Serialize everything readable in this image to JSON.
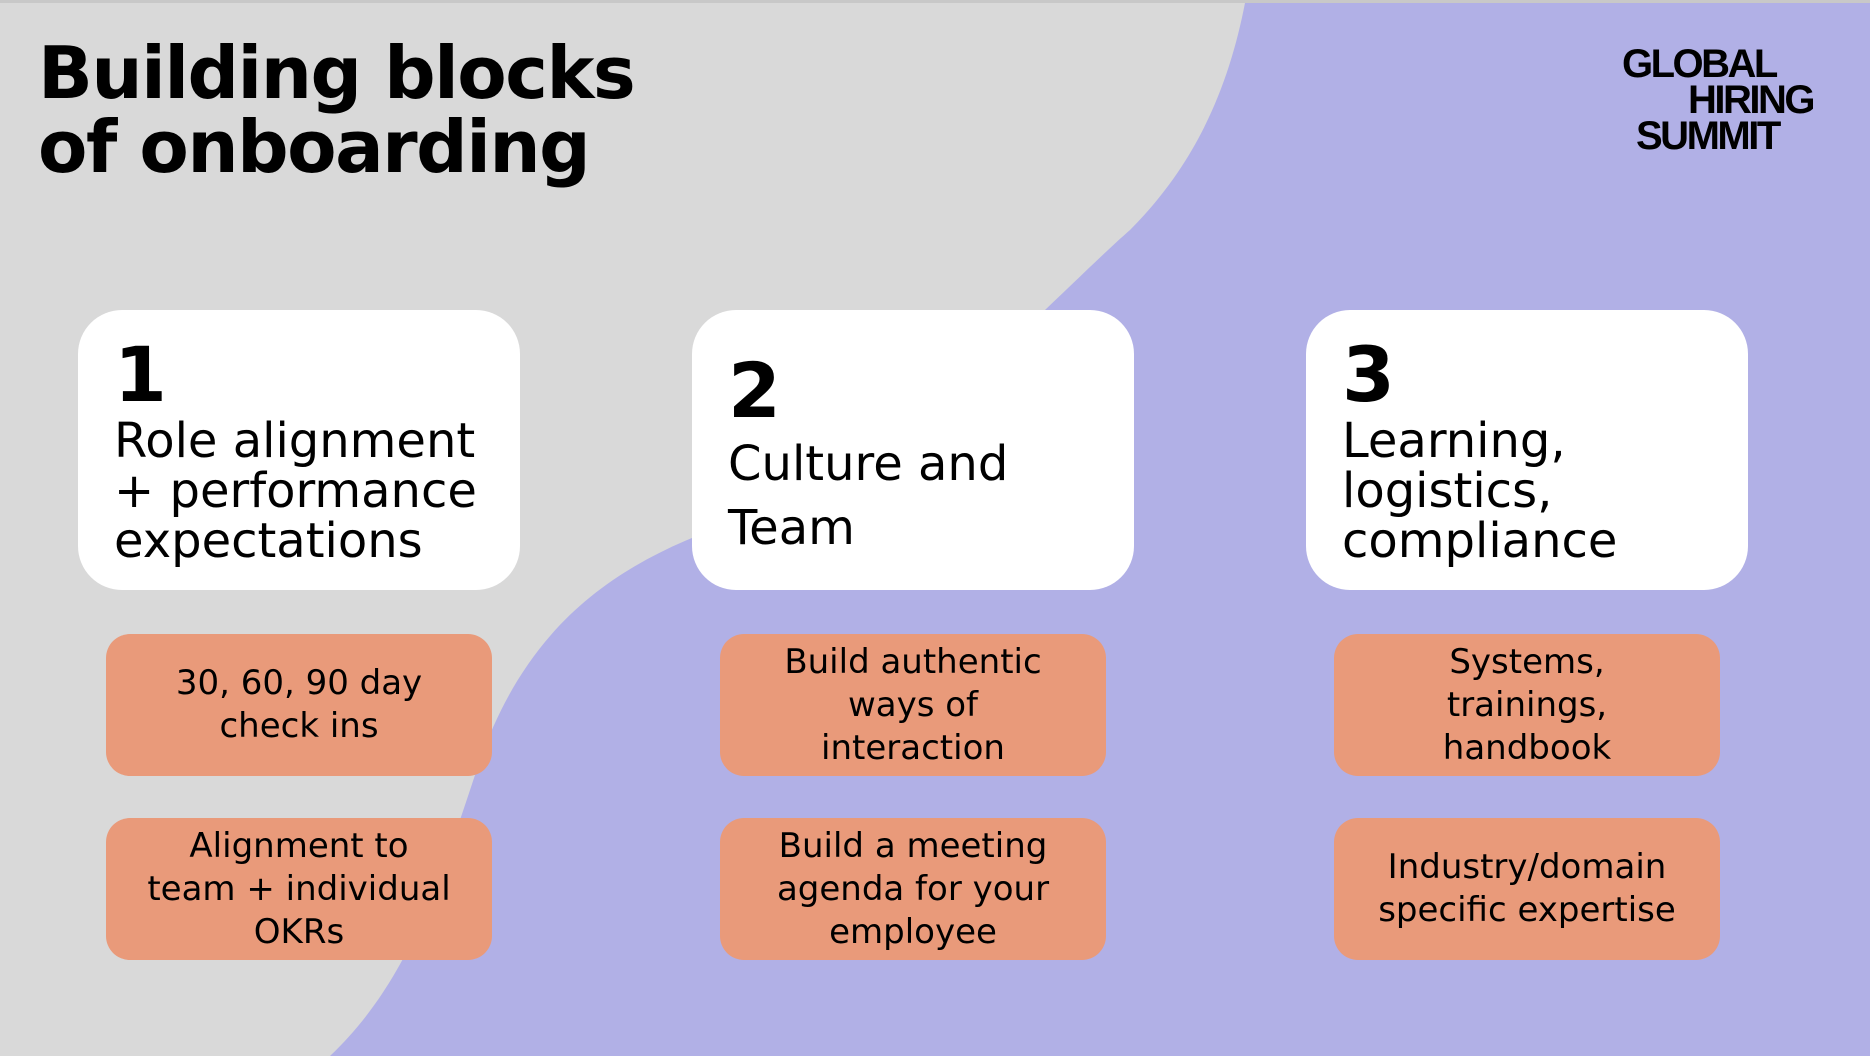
{
  "slide": {
    "title_lines": [
      "Building blocks",
      "of onboarding"
    ],
    "logo_lines": [
      "GLOBAL",
      "HIRING",
      "SUMMIT"
    ],
    "colors": {
      "background": "#d9d9d9",
      "shape": "#b1b0e6",
      "card": "#ffffff",
      "pill": "#e99a7a"
    }
  },
  "cards": [
    {
      "number": "1",
      "title_lines": [
        "Role alignment",
        "+ performance",
        "expectations"
      ]
    },
    {
      "number": "2",
      "title_lines": [
        "Culture and",
        "Team"
      ]
    },
    {
      "number": "3",
      "title_lines": [
        "Learning,",
        "logistics,",
        "compliance"
      ]
    }
  ],
  "pills": [
    [
      {
        "lines": [
          "30, 60, 90 day",
          "check ins"
        ]
      },
      {
        "lines": [
          "Alignment to",
          "team + individual",
          "OKRs"
        ]
      }
    ],
    [
      {
        "lines": [
          "Build authentic",
          "ways of",
          "interaction"
        ]
      },
      {
        "lines": [
          "Build a meeting",
          "agenda for your",
          "employee"
        ]
      }
    ],
    [
      {
        "lines": [
          "Systems,",
          "trainings,",
          "handbook"
        ]
      },
      {
        "lines": [
          "Industry/domain",
          "specific expertise"
        ]
      }
    ]
  ]
}
